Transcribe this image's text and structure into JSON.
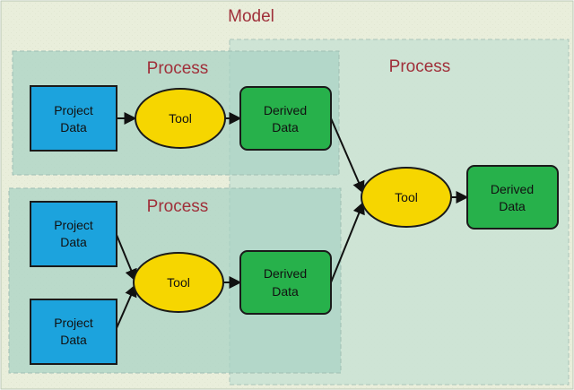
{
  "model": {
    "title": "Model"
  },
  "processes": [
    {
      "label": "Process"
    },
    {
      "label": "Process"
    },
    {
      "label": "Process"
    }
  ],
  "nodes": {
    "project_data_1": {
      "kind": "project-data",
      "line1": "Project",
      "line2": "Data"
    },
    "project_data_2": {
      "kind": "project-data",
      "line1": "Project",
      "line2": "Data"
    },
    "project_data_3": {
      "kind": "project-data",
      "line1": "Project",
      "line2": "Data"
    },
    "tool_1": {
      "kind": "tool",
      "label": "Tool"
    },
    "tool_2": {
      "kind": "tool",
      "label": "Tool"
    },
    "tool_3": {
      "kind": "tool",
      "label": "Tool"
    },
    "derived_data_1": {
      "kind": "derived-data",
      "line1": "Derived",
      "line2": "Data"
    },
    "derived_data_2": {
      "kind": "derived-data",
      "line1": "Derived",
      "line2": "Data"
    },
    "derived_data_3": {
      "kind": "derived-data",
      "line1": "Derived",
      "line2": "Data"
    }
  },
  "connections": [
    {
      "from": "project_data_1",
      "to": "tool_1"
    },
    {
      "from": "tool_1",
      "to": "derived_data_1"
    },
    {
      "from": "project_data_2",
      "to": "tool_2"
    },
    {
      "from": "project_data_3",
      "to": "tool_2"
    },
    {
      "from": "tool_2",
      "to": "derived_data_2"
    },
    {
      "from": "derived_data_1",
      "to": "tool_3"
    },
    {
      "from": "derived_data_2",
      "to": "tool_3"
    },
    {
      "from": "tool_3",
      "to": "derived_data_3"
    }
  ],
  "colors": {
    "background": "#e9eedb",
    "model_border": "#c8d6c4",
    "process_fill": "#bcdcd0",
    "process_overlap_fill": "#9acbbb",
    "process_border": "#a8c2b8",
    "project_data_fill": "#1ca3dd",
    "tool_fill": "#f6d600",
    "derived_data_fill": "#27b14b",
    "node_stroke": "#1a1a1a",
    "title_text": "#a0303a",
    "process_text": "#a0303a"
  }
}
